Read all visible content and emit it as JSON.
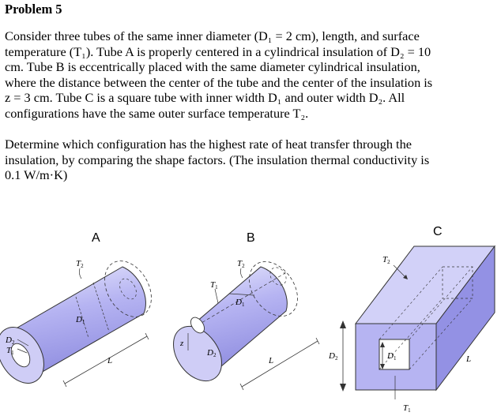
{
  "problem": {
    "heading": "Problem 5",
    "paragraph1_lines": [
      "Consider three tubes of the same inner diameter (D₁ = 2 cm), length, and surface",
      "temperature (T₁). Tube A is properly centered in a cylindrical insulation of D₂ = 10",
      "cm. Tube B is eccentrically placed with the same diameter cylindrical insulation,",
      "where the distance between the center of the tube and the center of the insulation is",
      "z = 3 cm. Tube C is a square tube with inner width D₁ and outer width D₂. All",
      "configurations have the same outer surface temperature T₂."
    ],
    "paragraph2_lines": [
      "Determine which configuration has the highest rate of heat transfer through the",
      "insulation, by comparing the shape factors. (The insulation thermal conductivity is",
      "0.1 W/m·K)"
    ]
  },
  "figure": {
    "fill_color": "#b6b4f2",
    "fill_light": "#e8e8fc",
    "stroke_color": "#333333",
    "A": {
      "label": "A",
      "T2": "T",
      "T2_sub": "2",
      "T1": "T",
      "T1_sub": "1",
      "D1": "D",
      "D1_sub": "1",
      "D2": "D",
      "D2_sub": "2",
      "L": "L"
    },
    "B": {
      "label": "B",
      "T2": "T",
      "T2_sub": "2",
      "T1": "T",
      "T1_sub": "1",
      "D1": "D",
      "D1_sub": "1",
      "D2": "D",
      "D2_sub": "2",
      "z": "z",
      "L": "L"
    },
    "C": {
      "label": "C",
      "T2": "T",
      "T2_sub": "2",
      "T1": "T",
      "T1_sub": "1",
      "D1": "D",
      "D1_sub": "1",
      "D2": "D",
      "D2_sub": "2",
      "L": "L"
    }
  }
}
